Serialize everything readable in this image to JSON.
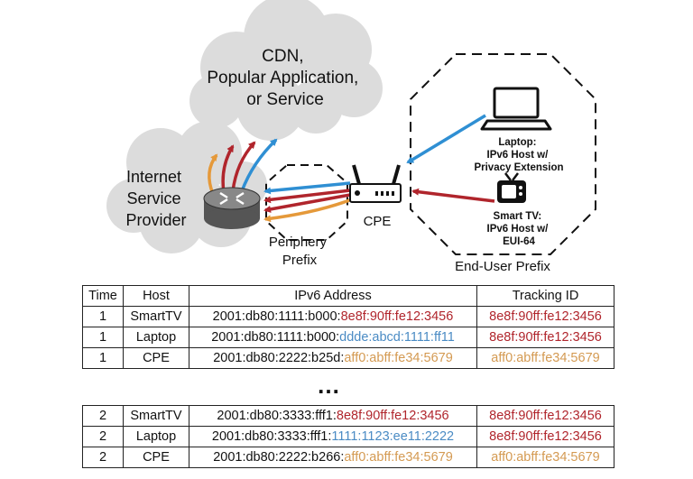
{
  "diagram": {
    "cloud_labels": {
      "cdn": [
        "CDN,",
        "Popular Application,",
        "or Service"
      ],
      "isp": [
        "Internet",
        "Service",
        "Provider"
      ]
    },
    "device_labels": {
      "cpe": "CPE",
      "laptop": [
        "Laptop:",
        "IPv6 Host w/",
        "Privacy Extension"
      ],
      "smart_tv": [
        "Smart TV:",
        "IPv6 Host w/",
        "EUI-64"
      ]
    },
    "region_labels": {
      "periphery": [
        "Periphery",
        "Prefix"
      ],
      "end_user": "End-User Prefix"
    },
    "colors": {
      "red": "#b0252c",
      "blue": "#2f8fd3",
      "orange": "#e5993a"
    }
  },
  "table": {
    "headers": [
      "Time",
      "Host",
      "IPv6 Address",
      "Tracking ID"
    ],
    "rows_top": [
      {
        "time": "1",
        "host": "SmartTV",
        "addr_prefix": "2001:db80:1111:b000:",
        "addr_iid": "8e8f:90ff:fe12:3456",
        "iid_color": "red",
        "tracking_id": "8e8f:90ff:fe12:3456",
        "tracking_color": "red"
      },
      {
        "time": "1",
        "host": "Laptop",
        "addr_prefix": "2001:db80:1111:b000:",
        "addr_iid": "ddde:abcd:1111:ff11",
        "iid_color": "blue",
        "tracking_id": "8e8f:90ff:fe12:3456",
        "tracking_color": "red"
      },
      {
        "time": "1",
        "host": "CPE",
        "addr_prefix": "2001:db80:2222:b25d:",
        "addr_iid": "aff0:abff:fe34:5679",
        "iid_color": "orange",
        "tracking_id": "aff0:abff:fe34:5679",
        "tracking_color": "orange"
      }
    ],
    "ellipsis": "…",
    "rows_bottom": [
      {
        "time": "2",
        "host": "SmartTV",
        "addr_prefix": "2001:db80:3333:fff1:",
        "addr_iid": "8e8f:90ff:fe12:3456",
        "iid_color": "red",
        "tracking_id": "8e8f:90ff:fe12:3456",
        "tracking_color": "red"
      },
      {
        "time": "2",
        "host": "Laptop",
        "addr_prefix": "2001:db80:3333:fff1:",
        "addr_iid": "1111:1123:ee11:2222",
        "iid_color": "blue",
        "tracking_id": "8e8f:90ff:fe12:3456",
        "tracking_color": "red"
      },
      {
        "time": "2",
        "host": "CPE",
        "addr_prefix": "2001:db80:2222:b266:",
        "addr_iid": "aff0:abff:fe34:5679",
        "iid_color": "orange",
        "tracking_id": "aff0:abff:fe34:5679",
        "tracking_color": "orange"
      }
    ]
  }
}
